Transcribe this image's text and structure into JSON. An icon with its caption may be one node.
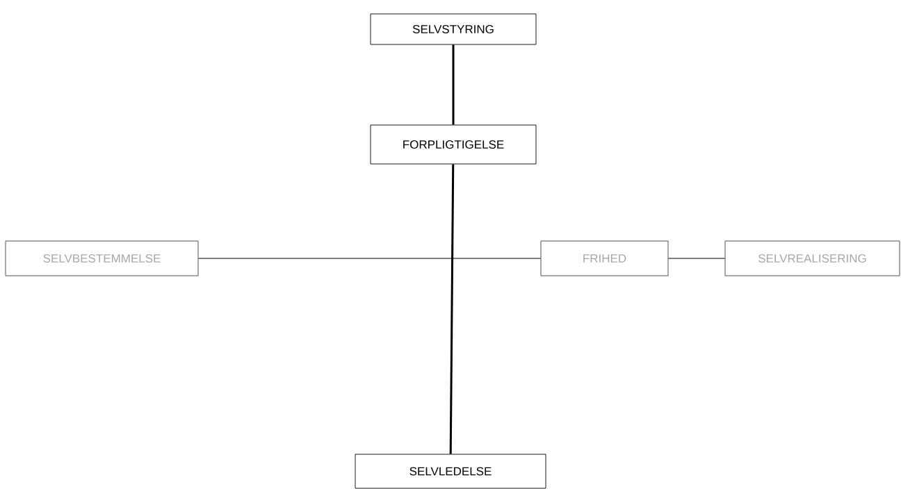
{
  "diagram": {
    "nodes": [
      {
        "text": [
          "SELVSTYRING"
        ]
      },
      {
        "text": [
          "FORPLIGTIGELSE"
        ]
      },
      {
        "text": [
          "SELVBESTEMMELSE"
        ]
      },
      {
        "text": [
          "FRIHED"
        ]
      },
      {
        "text": [
          "SELVREALISERING"
        ]
      },
      {
        "text": [
          "SELVLEDELSE"
        ]
      }
    ],
    "edges": [
      {
        "from": 0,
        "to": 1,
        "arrow": "none",
        "style": "thick"
      },
      {
        "from": 1,
        "to": 5,
        "arrow": "none",
        "style": "thick"
      },
      {
        "from": 2,
        "to": 3,
        "arrow": "none"
      },
      {
        "from": 3,
        "to": 4,
        "arrow": "none"
      }
    ]
  }
}
